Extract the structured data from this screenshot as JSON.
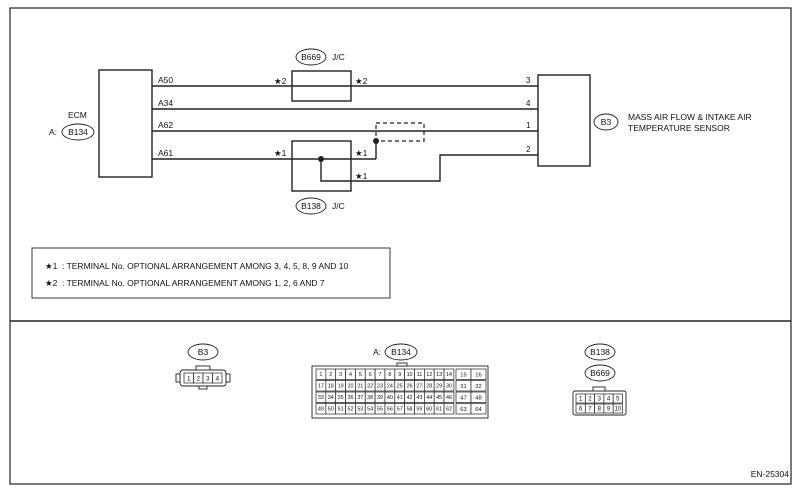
{
  "ecm": {
    "label": "ECM",
    "prefix": "A:",
    "connector": "B134"
  },
  "ecm_terminals": [
    "A50",
    "A34",
    "A62",
    "A61"
  ],
  "sensor": {
    "connector": "B3",
    "label_line1": "MASS AIR FLOW & INTAKE AIR",
    "label_line2": "TEMPERATURE SENSOR"
  },
  "sensor_pins": [
    "3",
    "4",
    "1",
    "2"
  ],
  "jc_top": {
    "connector": "B669",
    "label": "J/C",
    "left_mark": "★2",
    "right_mark": "★2"
  },
  "jc_bottom": {
    "connector": "B138",
    "label": "J/C",
    "left_mark": "★1",
    "right_mark": "★1",
    "lower_mark": "★1"
  },
  "notes": [
    {
      "mark": "★1",
      "text": ": TERMINAL No. OPTIONAL ARRANGEMENT AMONG 3, 4, 5, 8, 9 AND 10"
    },
    {
      "mark": "★2",
      "text": ": TERMINAL No. OPTIONAL ARRANGEMENT AMONG 1, 2, 6 AND 7"
    }
  ],
  "connectors": {
    "b3": {
      "label": "B3",
      "pins": [
        "1",
        "2",
        "3",
        "4"
      ]
    },
    "b134": {
      "prefix": "A:",
      "label": "B134",
      "rows": [
        [
          "1",
          "2",
          "3",
          "4",
          "5",
          "6",
          "7",
          "8",
          "9",
          "10",
          "11",
          "12",
          "13",
          "14"
        ],
        [
          "17",
          "18",
          "19",
          "20",
          "21",
          "22",
          "23",
          "24",
          "25",
          "26",
          "27",
          "28",
          "29",
          "30"
        ],
        [
          "33",
          "34",
          "35",
          "36",
          "37",
          "38",
          "39",
          "40",
          "41",
          "42",
          "43",
          "44",
          "45",
          "46"
        ],
        [
          "49",
          "50",
          "51",
          "52",
          "53",
          "54",
          "55",
          "56",
          "57",
          "58",
          "59",
          "60",
          "61",
          "62"
        ]
      ],
      "side_rows": [
        [
          "15",
          "16"
        ],
        [
          "31",
          "32"
        ],
        [
          "47",
          "48"
        ],
        [
          "63",
          "64"
        ]
      ]
    },
    "jc": {
      "label_top": "B138",
      "label_bottom": "B669",
      "rows": [
        [
          "1",
          "2",
          "3",
          "4",
          "5"
        ],
        [
          "6",
          "7",
          "8",
          "9",
          "10"
        ]
      ]
    }
  },
  "figure_code": "EN-25304",
  "colors": {
    "line": "#222222",
    "background": "#ffffff"
  }
}
